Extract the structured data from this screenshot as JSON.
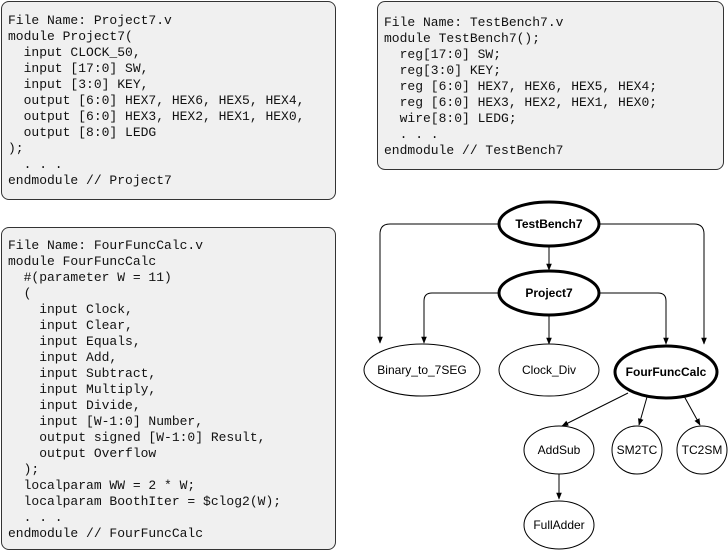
{
  "code_boxes": {
    "project7": "File Name: Project7.v\nmodule Project7(\n  input CLOCK_50,\n  input [17:0] SW,\n  input [3:0] KEY,\n  output [6:0] HEX7, HEX6, HEX5, HEX4,\n  output [6:0] HEX3, HEX2, HEX1, HEX0,\n  output [8:0] LEDG\n);\n  . . .\nendmodule // Project7",
    "testbench7": "File Name: TestBench7.v\nmodule TestBench7();\n  reg[17:0] SW;\n  reg[3:0] KEY;\n  reg [6:0] HEX7, HEX6, HEX5, HEX4;\n  reg [6:0] HEX3, HEX2, HEX1, HEX0;\n  wire[8:0] LEDG;\n  . . .\nendmodule // TestBench7",
    "fourfunccalc": "File Name: FourFuncCalc.v\nmodule FourFuncCalc\n  #(parameter W = 11)\n  (\n    input Clock,\n    input Clear,\n    input Equals,\n    input Add,\n    input Subtract,\n    input Multiply,\n    input Divide,\n    input [W-1:0] Number,\n    output signed [W-1:0] Result,\n    output Overflow\n  );\n  localparam WW = 2 * W;\n  localparam BoothIter = $clog2(W);\n  . . .\nendmodule // FourFuncCalc"
  },
  "hierarchy": {
    "nodes": {
      "testbench7": "TestBench7",
      "project7": "Project7",
      "binary_to_7seg": "Binary_to_7SEG",
      "clock_div": "Clock_Div",
      "fourfunccalc": "FourFuncCalc",
      "addsub": "AddSub",
      "sm2tc": "SM2TC",
      "tc2sm": "TC2SM",
      "fulladder": "FullAdder"
    }
  }
}
